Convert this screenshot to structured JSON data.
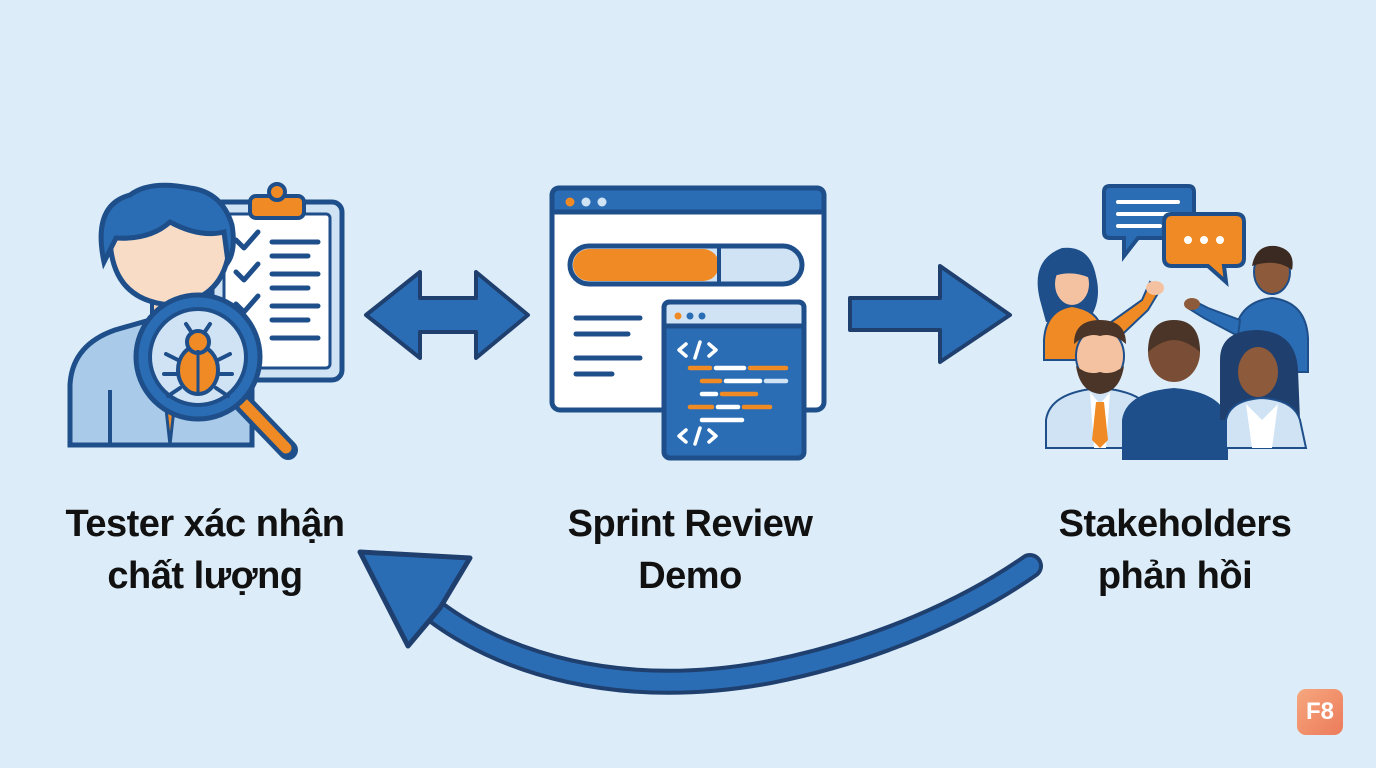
{
  "colors": {
    "background": "#dcecf8",
    "primary_blue": "#2a6db5",
    "dark_navy": "#1f3f6e",
    "accent_orange": "#f08a24",
    "light_blue_fill": "#cfe3f5",
    "text": "#111111"
  },
  "nodes": {
    "tester": {
      "icon": "tester-with-magnifier-bug-checklist-icon",
      "label_line1": "Tester xác nhận",
      "label_line2": "chất lượng"
    },
    "sprint": {
      "icon": "browser-window-progress-code-icon",
      "label_line1": "Sprint Review",
      "label_line2": "Demo"
    },
    "stakeholders": {
      "icon": "stakeholder-group-chat-icon",
      "label_line1": "Stakeholders",
      "label_line2": "phản hồi"
    }
  },
  "arrows": {
    "tester_sprint": "double-arrow-icon",
    "sprint_stakeholders": "right-arrow-icon",
    "feedback_loop": "curved-return-arrow-icon"
  },
  "logo": {
    "text": "F8"
  }
}
